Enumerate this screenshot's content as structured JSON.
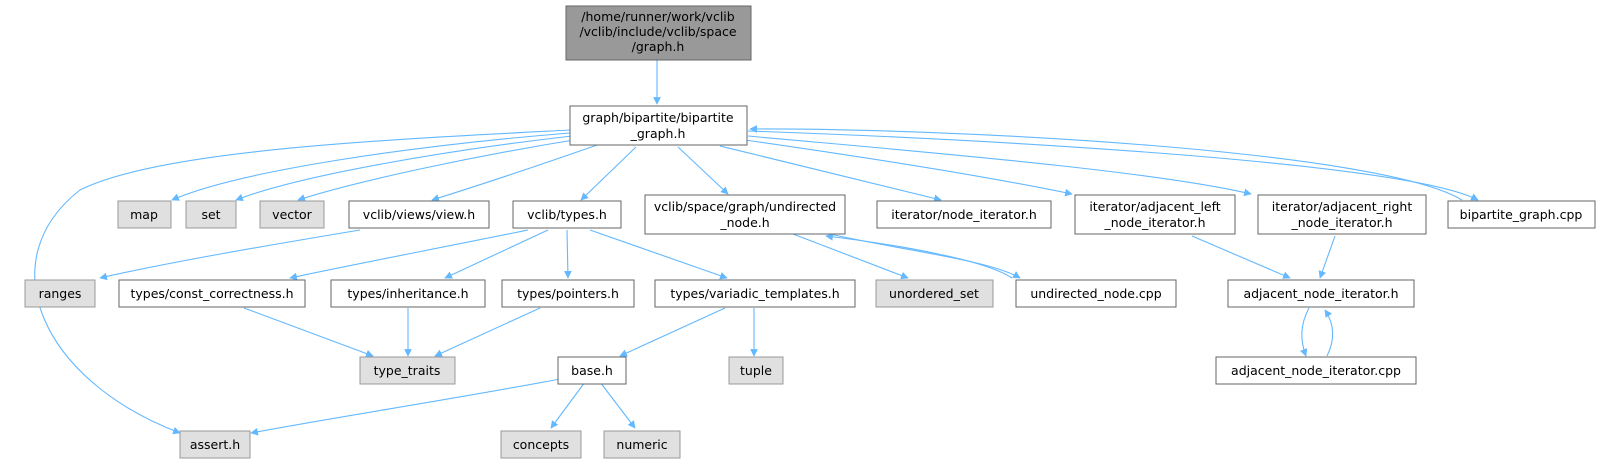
{
  "colors": {
    "root_fill": "#999999",
    "root_stroke": "#666666",
    "file_fill": "#ffffff",
    "file_stroke": "#666666",
    "system_fill": "#e0e0e0",
    "system_stroke": "#999999",
    "edge": "#63b8ff"
  },
  "nodes": {
    "root": [
      "/home/runner/work/vclib",
      "/vclib/include/vclib/space",
      "/graph.h"
    ],
    "bipartite": [
      "graph/bipartite/bipartite",
      "_graph.h"
    ],
    "map": [
      "map"
    ],
    "set": [
      "set"
    ],
    "vector": [
      "vector"
    ],
    "views": [
      "vclib/views/view.h"
    ],
    "types": [
      "vclib/types.h"
    ],
    "undirected": [
      "vclib/space/graph/undirected",
      "_node.h"
    ],
    "node_iter": [
      "iterator/node_iterator.h"
    ],
    "adj_left": [
      "iterator/adjacent_left",
      "_node_iterator.h"
    ],
    "adj_right": [
      "iterator/adjacent_right",
      "_node_iterator.h"
    ],
    "bip_cpp": [
      "bipartite_graph.cpp"
    ],
    "ranges": [
      "ranges"
    ],
    "const_corr": [
      "types/const_correctness.h"
    ],
    "inherit": [
      "types/inheritance.h"
    ],
    "pointers": [
      "types/pointers.h"
    ],
    "variadic": [
      "types/variadic_templates.h"
    ],
    "unordered": [
      "unordered_set"
    ],
    "und_cpp": [
      "undirected_node.cpp"
    ],
    "adj_iter": [
      "adjacent_node_iterator.h"
    ],
    "type_traits": [
      "type_traits"
    ],
    "base": [
      "base.h"
    ],
    "tuple": [
      "tuple"
    ],
    "adj_cpp": [
      "adjacent_node_iterator.cpp"
    ],
    "assert": [
      "assert.h"
    ],
    "concepts": [
      "concepts"
    ],
    "numeric": [
      "numeric"
    ]
  }
}
